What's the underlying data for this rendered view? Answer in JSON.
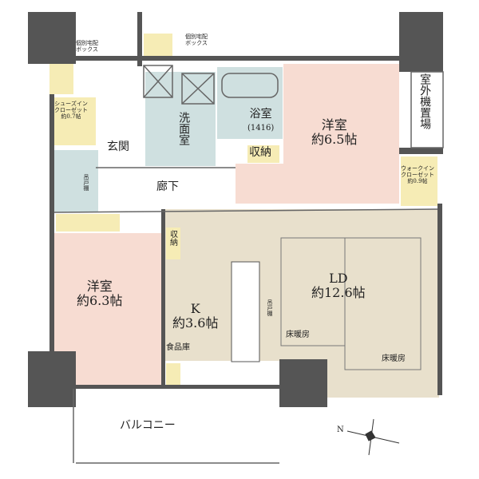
{
  "colors": {
    "wall": "#555555",
    "pink": "#f7dcd2",
    "beige": "#e8e0cc",
    "blue": "#cfe0e0",
    "yellow": "#f6ecb5"
  },
  "rooms": {
    "delivery_box_1": {
      "line1": "個別宅配",
      "line2": "ボックス"
    },
    "delivery_box_2": {
      "line1": "個別宅配",
      "line2": "ボックス"
    },
    "shoe_closet": {
      "line1": "シューズイン",
      "line2": "クローゼット",
      "line3": "約0.7帖"
    },
    "entrance": "玄関",
    "washroom": "洗面室",
    "bathroom": {
      "name": "浴室",
      "size": "(1416)"
    },
    "storage_1": "収納",
    "bedroom_1": {
      "name": "洋室",
      "size": "約6.5帖"
    },
    "outdoor_unit": "室外機置場",
    "walk_in_closet": {
      "line1": "ウォークイン",
      "line2": "クローゼット",
      "line3": "約0.9帖"
    },
    "hallway": "廊下",
    "hanging_shelf_1": "吊戸棚",
    "storage_2": "収納",
    "bedroom_2": {
      "name": "洋室",
      "size": "約6.3帖"
    },
    "kitchen": {
      "name": "K",
      "size": "約3.6帖"
    },
    "pantry": "食品庫",
    "hanging_shelf_2": "吊戸棚",
    "ld": {
      "name": "LD",
      "size": "約12.6帖"
    },
    "floor_heating_1": "床暖房",
    "floor_heating_2": "床暖房",
    "balcony": "バルコニー"
  },
  "compass": {
    "label": "N"
  }
}
